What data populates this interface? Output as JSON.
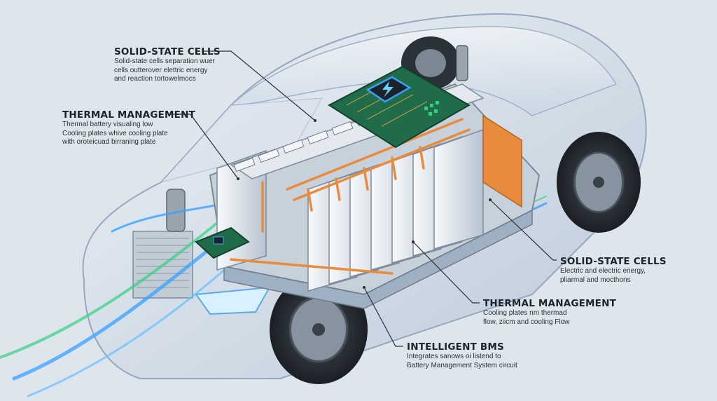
{
  "callouts": [
    {
      "id": "solid-state-cells-top",
      "title": "SOLID-STATE CELLS",
      "lines": [
        "Solid-state cells separation wuer",
        "cells outterover elettric energy",
        "and reaction tortowelmocs"
      ]
    },
    {
      "id": "thermal-management-left",
      "title": "THERMAL MANAGEMENT",
      "lines": [
        "Thermal battery visualing low",
        "Cooling plates whive cooling plate",
        "with oroteicuad birraning plate"
      ]
    },
    {
      "id": "solid-state-cells-right",
      "title": "SOLID-STATE CELLS",
      "lines": [
        "Electric and electric energy,",
        "pliarmal and mocthons"
      ]
    },
    {
      "id": "thermal-management-right",
      "title": "THERMAL MANAGEMENT",
      "lines": [
        "Cooling plates nm thermad",
        "flow, ziicm and cooling Flow"
      ]
    },
    {
      "id": "intelligent-bms",
      "title": "INTELLIGENT BMS",
      "lines": [
        "Integrates sanows oi listend to",
        "Battery Management System circuit"
      ]
    }
  ],
  "colors": {
    "background": "#dfe5ed",
    "car_body": "#c9d6e4",
    "cell_face": "#e9edf2",
    "cooling_orange": "#e98b3c",
    "coolant_blue": "#3aa0ff",
    "coolant_green": "#35d07f",
    "pcb_green": "#1f6b4a",
    "leader_line": "#2a2f36"
  },
  "icons": [
    "lightning-bolt-icon",
    "chip-icon"
  ]
}
